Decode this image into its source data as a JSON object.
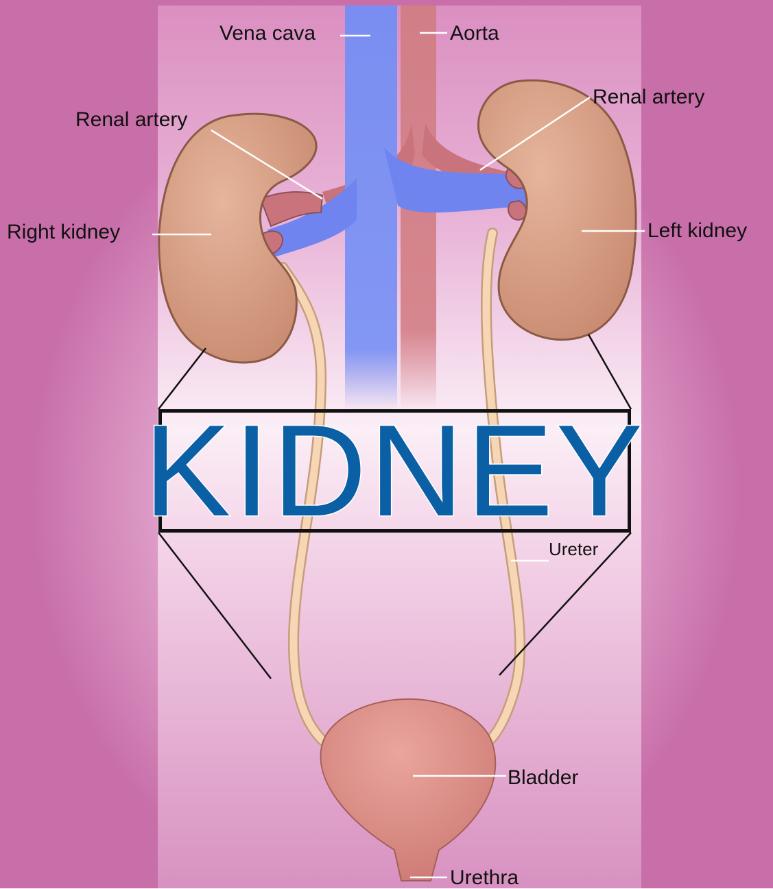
{
  "title": "KIDNEY",
  "labels": {
    "vena_cava": "Vena cava",
    "aorta": "Aorta",
    "renal_artery_right": "Renal artery",
    "renal_artery_left": "Renal artery",
    "right_kidney": "Right kidney",
    "left_kidney": "Left kidney",
    "ureter": "Ureter",
    "bladder": "Bladder",
    "urethra": "Urethra"
  },
  "colors": {
    "title": "#0b5fa5",
    "vein": "#7b8ff0",
    "artery": "#cf7c86",
    "kidney": "#d9a186",
    "ureter": "#f3cda8",
    "bladder": "#dd8f88"
  }
}
